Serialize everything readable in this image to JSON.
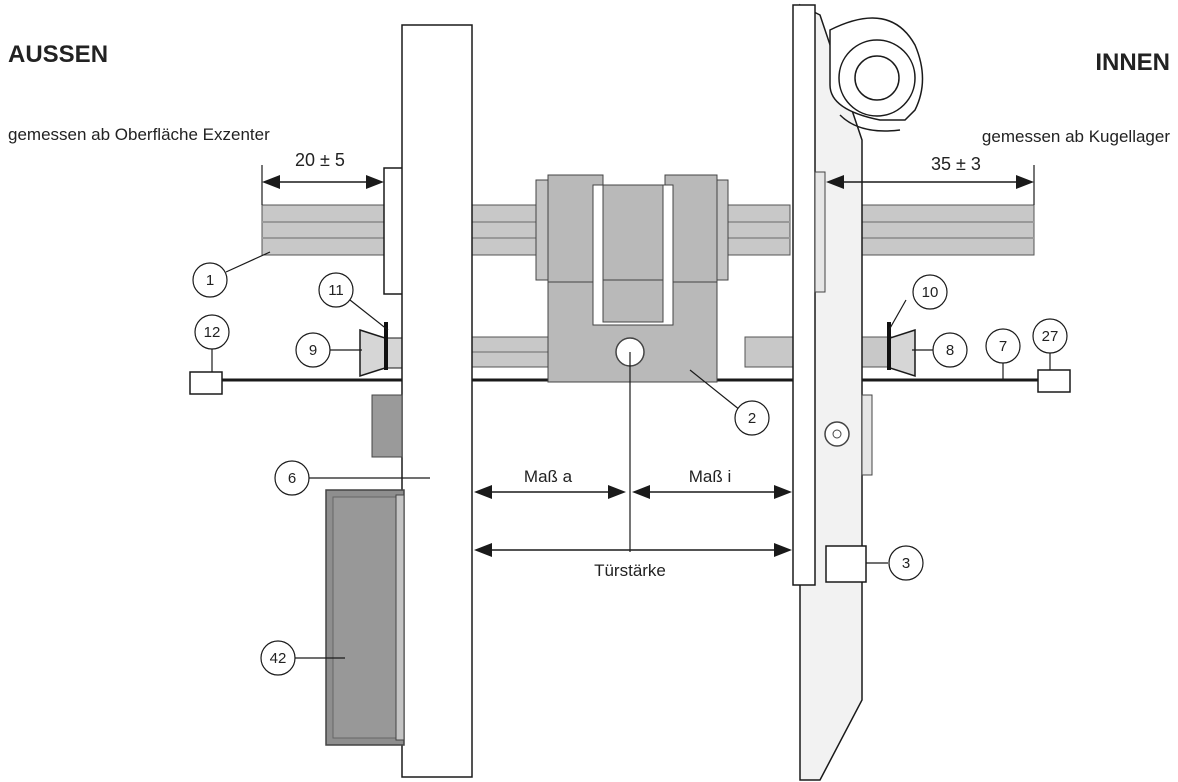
{
  "header": {
    "outside": "AUSSEN",
    "inside": "INNEN"
  },
  "notes": {
    "outside_measure": "gemessen ab Oberfläche Exzenter",
    "inside_measure": "gemessen ab Kugellager"
  },
  "dimensions": {
    "outside_value": "20 ± 5",
    "inside_value": "35 ± 3",
    "mass_a": "Maß a",
    "mass_i": "Maß i",
    "door_thickness": "Türstärke"
  },
  "callouts": [
    "1",
    "2",
    "3",
    "6",
    "7",
    "8",
    "9",
    "10",
    "11",
    "12",
    "27",
    "42"
  ],
  "colors": {
    "part_fill": "#b9b9b9",
    "part_dark": "#8e8e8e",
    "rod_light": "#cfcfcf",
    "line": "#1a1a1a",
    "door": "#ffffff"
  }
}
